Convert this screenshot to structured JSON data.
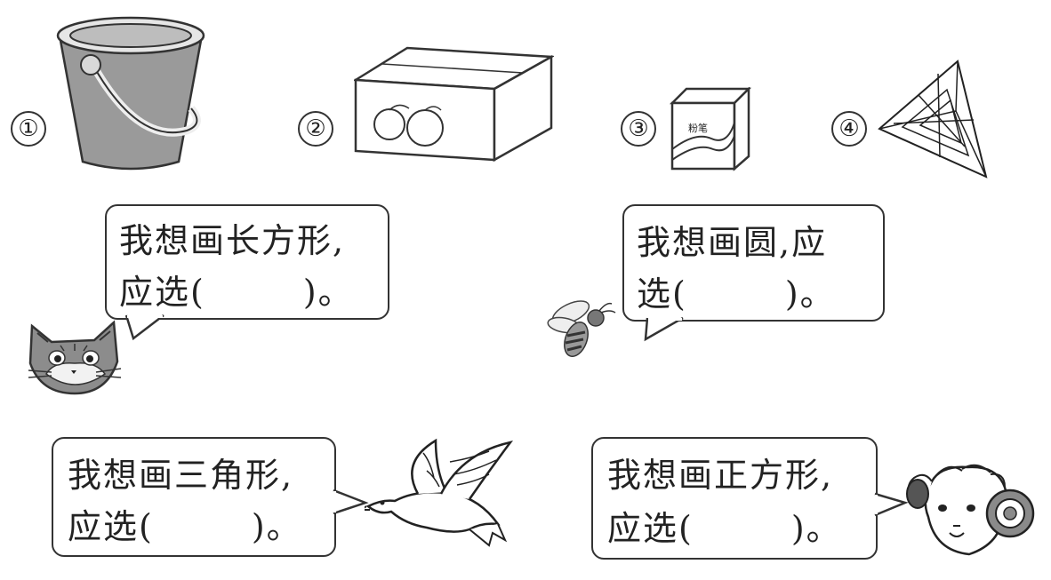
{
  "items": [
    {
      "marker": "①",
      "object": "bucket-cylinder"
    },
    {
      "marker": "②",
      "object": "box-cuboid",
      "fruit_count": 2
    },
    {
      "marker": "③",
      "object": "chalk-box-cube",
      "box_label": "粉笔"
    },
    {
      "marker": "④",
      "object": "triangular-pyramid"
    }
  ],
  "questions": [
    {
      "animal": "cat",
      "line1": "我想画长方形,",
      "line2_prefix": "应选(",
      "line2_suffix": ")。"
    },
    {
      "animal": "bee",
      "line1": "我想画圆,应",
      "line2_prefix": "选(",
      "line2_suffix": ")。"
    },
    {
      "animal": "dove",
      "line1": "我想画三角形,",
      "line2_prefix": "应选(",
      "line2_suffix": ")。"
    },
    {
      "animal": "sheep",
      "line1": "我想画正方形,",
      "line2_prefix": "应选(",
      "line2_suffix": ")。"
    }
  ]
}
